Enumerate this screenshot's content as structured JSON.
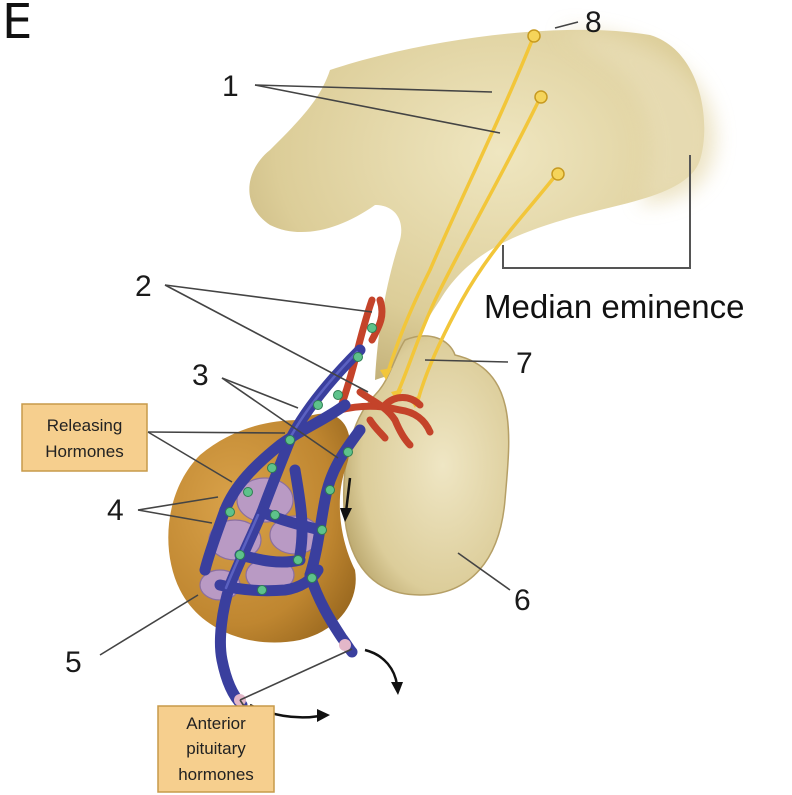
{
  "panel_letter": "E",
  "labels": {
    "n1": "1",
    "n2": "2",
    "n3": "3",
    "n4": "4",
    "n5": "5",
    "n6": "6",
    "n7": "7",
    "n8": "8",
    "median_eminence": "Median eminence"
  },
  "boxes": {
    "releasing": [
      "Releasing",
      "Hormones"
    ],
    "anterior": [
      "Anterior",
      "pituitary",
      "hormones"
    ]
  },
  "colors": {
    "neural_tissue": "#ddd09a",
    "anterior_lobe": "#c08a2e",
    "portal_vessels": "#3a3f9e",
    "capillaries": "#c4432a",
    "axons": "#f2c63a",
    "label_box": "#f6cf8e",
    "cells": "#b99ac4",
    "hormone_granules": "#5ec28b"
  }
}
